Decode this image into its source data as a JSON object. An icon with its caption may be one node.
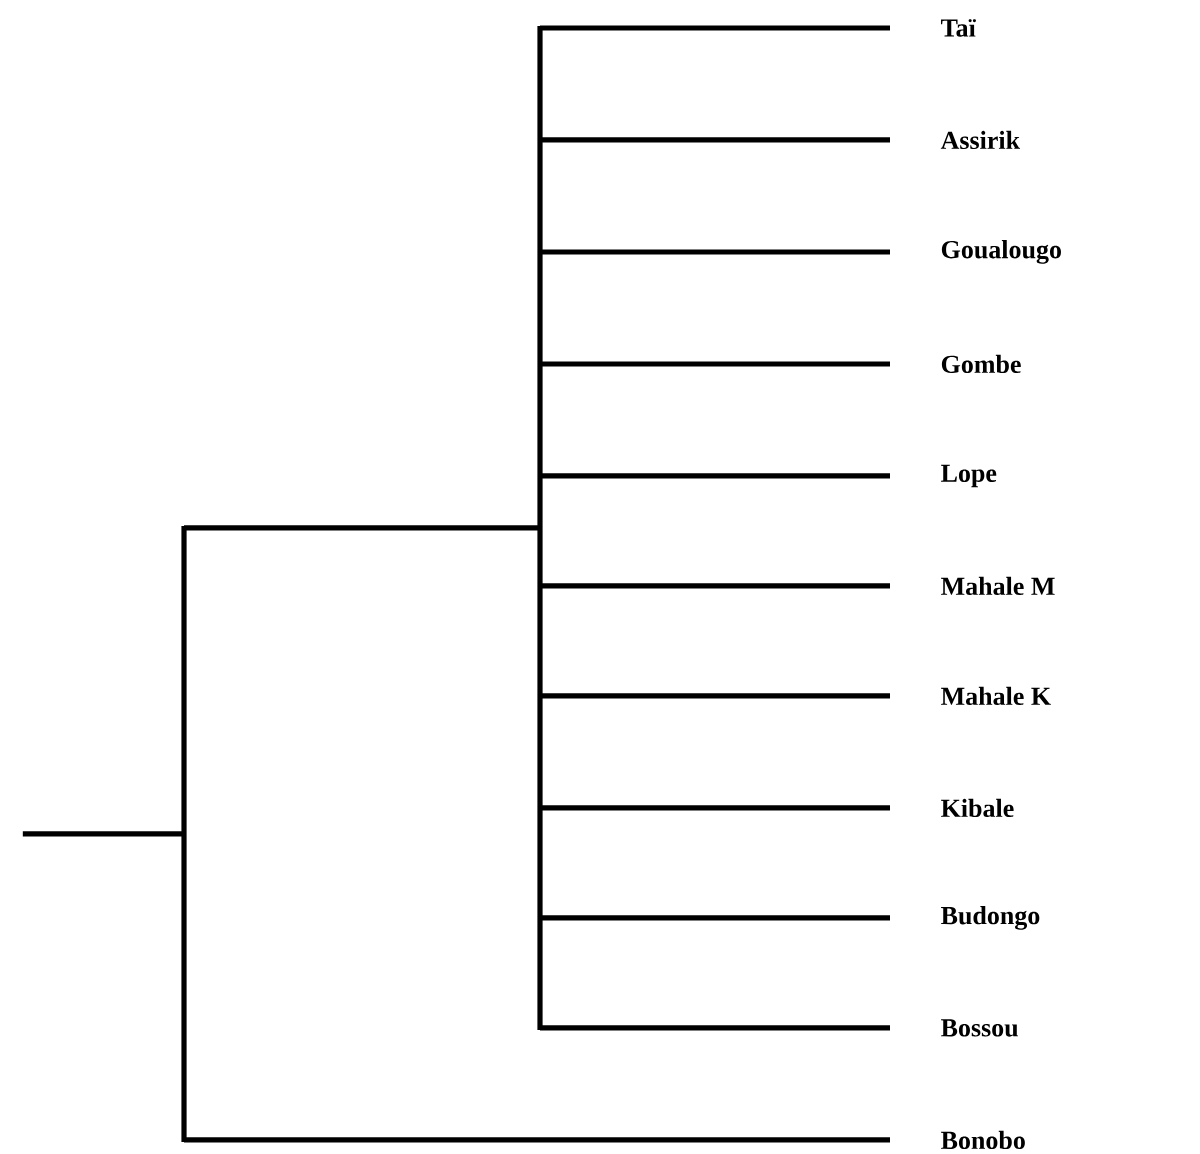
{
  "diagram": {
    "nodes": [
      {
        "text": [
          "Taï"
        ]
      },
      {
        "text": [
          "Assirik"
        ]
      },
      {
        "text": [
          "Goualougo"
        ]
      },
      {
        "text": [
          "Gombe"
        ]
      },
      {
        "text": [
          "Lope"
        ]
      },
      {
        "text": [
          "Mahale M"
        ]
      },
      {
        "text": [
          "Mahale K"
        ]
      },
      {
        "text": [
          "Kibale"
        ]
      },
      {
        "text": [
          "Budongo"
        ]
      },
      {
        "text": [
          "Bossou"
        ]
      },
      {
        "text": [
          "Bonobo"
        ]
      },
      {
        "text": [],
        "shape": "bar"
      },
      {
        "text": [],
        "shape": "bar"
      }
    ],
    "edges": [
      {
        "from": null,
        "to": 11,
        "arrow": "none"
      },
      {
        "from": 11,
        "to": 12,
        "arrow": "none"
      },
      {
        "from": 12,
        "to": 0,
        "arrow": "none"
      },
      {
        "from": 12,
        "to": 1,
        "arrow": "none"
      },
      {
        "from": 12,
        "to": 2,
        "arrow": "none"
      },
      {
        "from": 12,
        "to": 3,
        "arrow": "none"
      },
      {
        "from": 12,
        "to": 4,
        "arrow": "none"
      },
      {
        "from": 12,
        "to": 5,
        "arrow": "none"
      },
      {
        "from": 12,
        "to": 6,
        "arrow": "none"
      },
      {
        "from": 12,
        "to": 7,
        "arrow": "none"
      },
      {
        "from": 12,
        "to": 8,
        "arrow": "none"
      },
      {
        "from": 12,
        "to": 9,
        "arrow": "none"
      },
      {
        "from": 11,
        "to": 10,
        "arrow": "none"
      }
    ]
  }
}
